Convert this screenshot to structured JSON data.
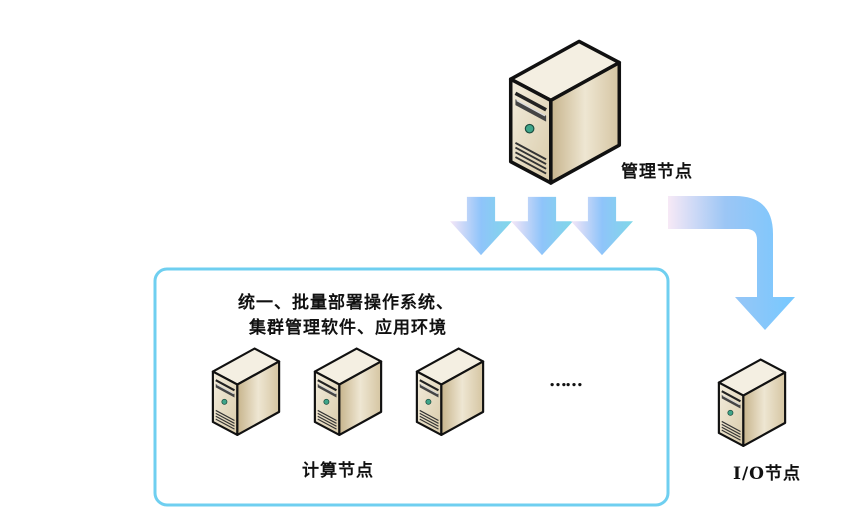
{
  "nodes": {
    "management": {
      "label": "管理节点"
    },
    "compute": {
      "label": "计算节点",
      "count_shown": 3,
      "ellipsis": "……"
    },
    "io": {
      "label": "I/O节点"
    }
  },
  "cluster_box": {
    "caption_line1": "统一、批量部署操作系统、",
    "caption_line2": "集群管理软件、应用环境"
  },
  "colors": {
    "box_border": "#6fcff0",
    "arrow_start": "#f5e6f7",
    "arrow_mid": "#8fc4fa",
    "arrow_end": "#7fd8e8",
    "server_front": "#e9e0cc",
    "server_side": "#cdbf9f",
    "server_top": "#f4efe2",
    "led": "#3fa58a"
  }
}
